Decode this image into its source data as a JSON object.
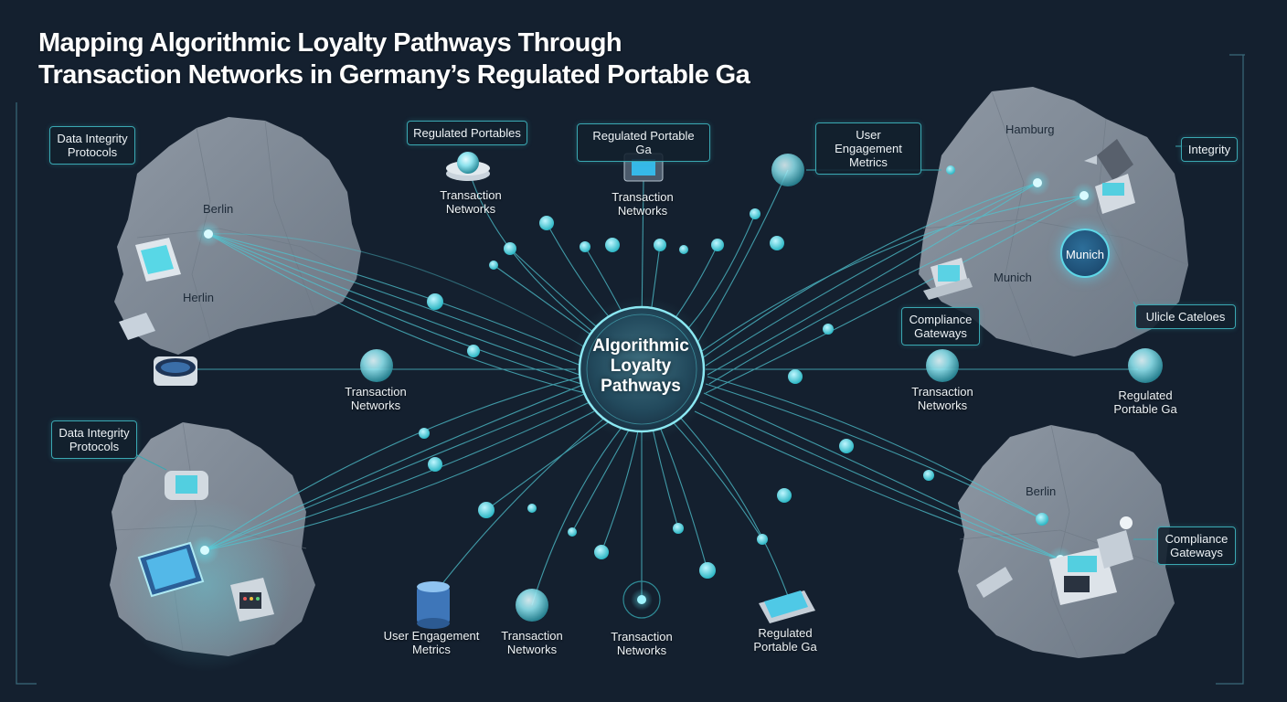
{
  "title": {
    "line1": "Mapping Algorithmic Loyalty Pathways Through",
    "line2": "Transaction Networks in Germany’s Regulated Portable Ga"
  },
  "hub": {
    "line1": "Algorithmic",
    "line2": "Loyalty",
    "line3": "Pathways"
  },
  "boxes": {
    "data_integrity_top": {
      "line1": "Data Integrity",
      "line2": "Protocols"
    },
    "regulated_portables": "Regulated Portables",
    "regulated_portable_ga_top": "Regulated Portable Ga",
    "user_engagement_top": {
      "line1": "User Engagement",
      "line2": "Metrics"
    },
    "integrity": "Integrity",
    "compliance_mid": {
      "line1": "Compliance",
      "line2": "Gateways"
    },
    "unicle_cateloes": "Ulicle Catelоes",
    "data_integrity_bottom": {
      "line1": "Data Integrity",
      "line2": "Protocols"
    },
    "compliance_bottom": {
      "line1": "Compliance",
      "line2": "Gateways"
    }
  },
  "labels": {
    "tn_top": {
      "line1": "Transaction",
      "line2": "Networks"
    },
    "tn_top2": {
      "line1": "Transaction",
      "line2": "Networks"
    },
    "tn_left": {
      "line1": "Transaction",
      "line2": "Networks"
    },
    "tn_right": {
      "line1": "Transaction",
      "line2": "Networks"
    },
    "rpg_right": {
      "line1": "Regulated",
      "line2": "Portable Ga"
    },
    "uem_bottom": {
      "line1": "User Engagement",
      "line2": "Metrics"
    },
    "tn_bottom1": {
      "line1": "Transaction",
      "line2": "Networks"
    },
    "tn_bottom2": {
      "line1": "Transaction",
      "line2": "Networks"
    },
    "rpg_bottom": {
      "line1": "Regulated",
      "line2": "Portable Ga"
    }
  },
  "cities": {
    "berlin_tl": "Berlin",
    "herlin_tl": "Herlin",
    "hamburg": "Hamburg",
    "munich_badge": "Munich",
    "munich": "Munich",
    "berlin_br": "Berlin"
  },
  "colors": {
    "background": "#14202f",
    "accent": "#3fd4e0",
    "line": "#4fc3cf",
    "map": "#8f9aa6",
    "box_border": "#3aa8b2"
  }
}
